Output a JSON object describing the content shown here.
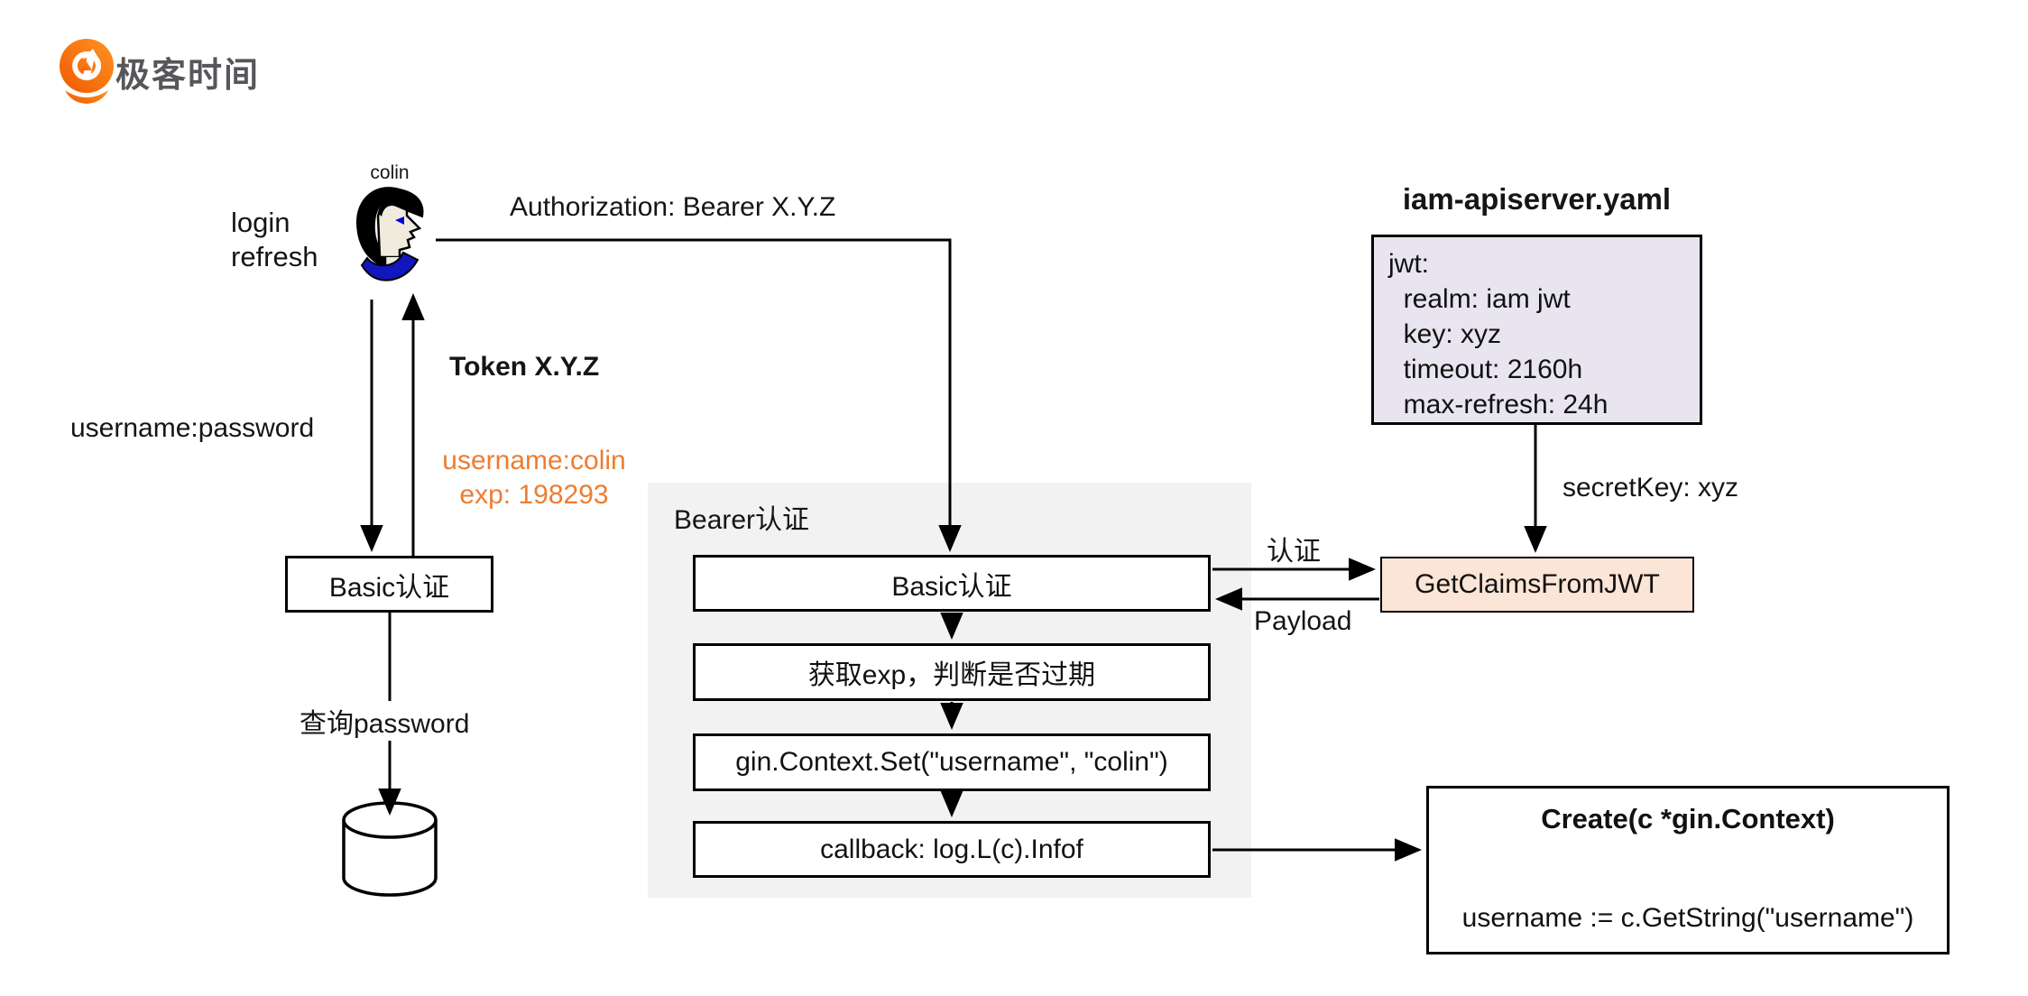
{
  "logo": {
    "brand": "极客时间"
  },
  "actor": {
    "name": "colin",
    "action_line1": "login",
    "action_line2": "refresh"
  },
  "annotations": {
    "authorization": "Authorization: Bearer X.Y.Z",
    "token": "Token X.Y.Z",
    "basic_credentials": "username:password",
    "claim_username": "username:colin",
    "claim_exp": "exp: 198293",
    "query_password": "查询password",
    "auth_cn": "认证",
    "payload": "Payload",
    "secret_key": "secretKey: xyz"
  },
  "left_flow": {
    "basic_auth": "Basic认证"
  },
  "bearer_panel": {
    "title": "Bearer认证",
    "steps": [
      "Basic认证",
      "获取exp，判断是否过期",
      "gin.Context.Set(\"username\", \"colin\")",
      "callback: log.L(c).Infof"
    ]
  },
  "config_file": {
    "title": "iam-apiserver.yaml",
    "lines": [
      "jwt:",
      "  realm: iam jwt",
      "  key: xyz",
      "  timeout: 2160h",
      "  max-refresh: 24h"
    ]
  },
  "jwt_parser": {
    "name": "GetClaimsFromJWT"
  },
  "create_handler": {
    "signature": "Create(c *gin.Context)",
    "statement": "username := c.GetString(\"username\")"
  },
  "colors": {
    "orange_text": "#ED7D31",
    "logo_orange": "#F86300",
    "panel_gray": "#F2F2F2",
    "yaml_box_bg": "#E9E5F0",
    "claims_box_bg": "#FBE5D6"
  }
}
